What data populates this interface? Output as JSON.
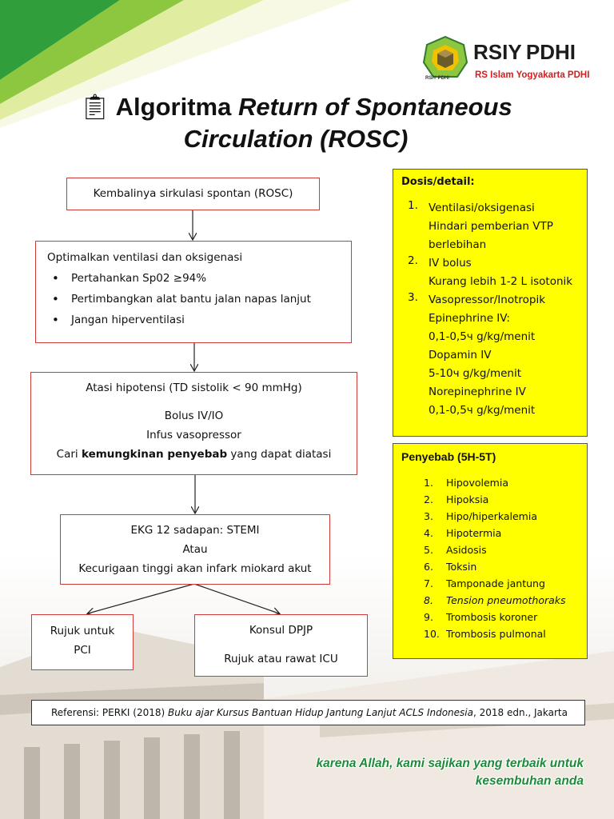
{
  "logo": {
    "brand": "RSIY PDHI",
    "subtitle": "RS Islam Yogyakarta PDHI",
    "emblem_text": "RSIY PDHI",
    "icon": "crescent-emblem"
  },
  "title": {
    "icon": "clipboard-icon",
    "prefix": "Algoritma",
    "italic": "Return of Spontaneous",
    "line2": "Circulation (ROSC)"
  },
  "flow": {
    "step1": "Kembalinya sirkulasi spontan (ROSC)",
    "step2": {
      "head": "Optimalkan ventilasi dan oksigenasi",
      "bullets": [
        "Pertahankan Sp02 ≥94%",
        "Pertimbangkan alat bantu jalan napas lanjut",
        "Jangan hiperventilasi"
      ]
    },
    "step3": {
      "head": "Atasi hipotensi (TD sistolik < 90 mmHg)",
      "line1": "Bolus IV/IO",
      "line2": "Infus vasopressor",
      "line3_pre": "Cari ",
      "line3_bold": "kemungkinan penyebab",
      "line3_post": " yang dapat diatasi"
    },
    "step4": {
      "line1": "EKG 12 sadapan: STEMI",
      "line2": "Atau",
      "line3": "Kecurigaan tinggi akan infark miokard akut"
    },
    "step5": {
      "line1": "Rujuk untuk",
      "line2": "PCI"
    },
    "step6": {
      "line1": "Konsul DPJP",
      "line2": "Rujuk atau rawat ICU"
    }
  },
  "dosis": {
    "header": "Dosis/detail:",
    "items": [
      {
        "num": "1.",
        "lines": [
          "Ventilasi/oksigenasi",
          "Hindari pemberian VTP",
          "berlebihan"
        ]
      },
      {
        "num": "2.",
        "lines": [
          "IV bolus",
          "Kurang lebih 1-2 L isotonik"
        ]
      },
      {
        "num": "3.",
        "lines": [
          "Vasopressor/Inotropik",
          "Epinephrine IV:",
          "0,1-0,5ч g/kg/menit",
          "Dopamin IV",
          "5-10ч g/kg/menit",
          "Norepinephrine IV",
          "0,1-0,5ч g/kg/menit"
        ]
      }
    ]
  },
  "penyebab": {
    "header": "Penyebab (5H-5T)",
    "items": [
      "Hipovolemia",
      "Hipoksia",
      "Hipo/hiperkalemia",
      "Hipotermia",
      "Asidosis",
      "Toksin",
      "Tamponade jantung",
      "Tension pneumothoraks",
      "Trombosis koroner",
      "Trombosis pulmonal"
    ],
    "numbers": [
      "1.",
      "2.",
      "3.",
      "4.",
      "5.",
      "6.",
      "7.",
      "8.",
      "9.",
      "10."
    ]
  },
  "reference": {
    "pre": "Referensi: PERKI (2018) ",
    "italic": "Buku ajar Kursus Bantuan Hidup Jantung Lanjut ACLS Indonesia",
    "post": ", 2018 edn., Jakarta"
  },
  "tagline": {
    "line1": "karena Allah, kami sajikan yang terbaik untuk",
    "line2": "kesembuhan anda"
  },
  "colors": {
    "box_border": "#d23a3a",
    "yellow": "#ffff00",
    "tagline": "#1f8a3a",
    "brand_red": "#d21e1e"
  }
}
